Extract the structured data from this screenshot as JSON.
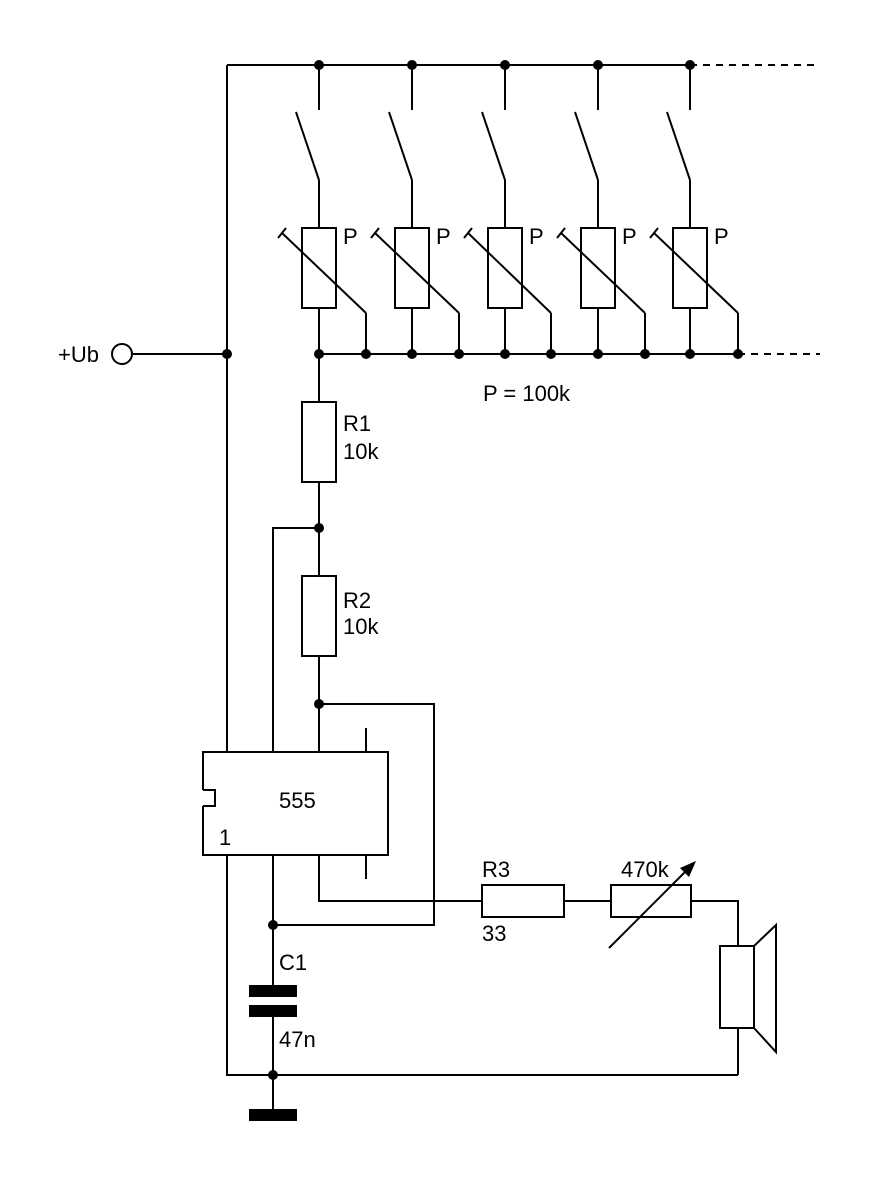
{
  "supply": {
    "label": "+Ub"
  },
  "presets": {
    "label": "P",
    "value_note": "P = 100k"
  },
  "r1": {
    "name": "R1",
    "value": "10k"
  },
  "r2": {
    "name": "R2",
    "value": "10k"
  },
  "ic": {
    "name": "555",
    "pin1": "1"
  },
  "r3": {
    "name": "R3",
    "value": "33"
  },
  "volume_pot": {
    "value": "470k"
  },
  "c1": {
    "name": "C1",
    "value": "47n"
  }
}
